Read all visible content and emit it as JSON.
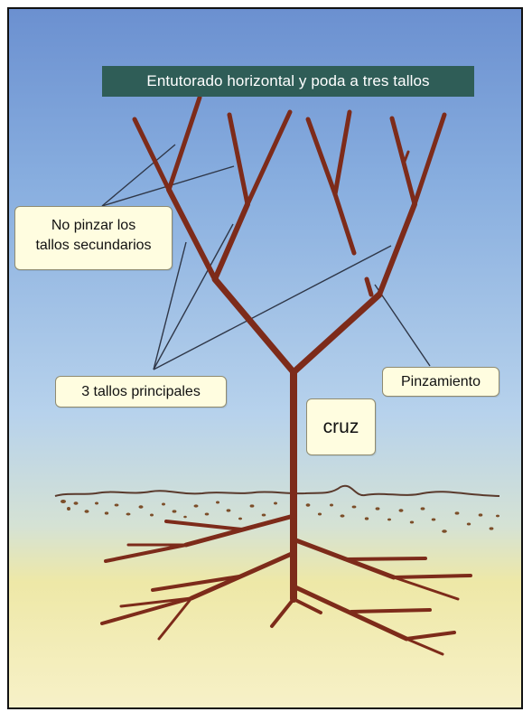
{
  "title": "Entutorado horizontal y poda a tres tallos",
  "labels": {
    "secondary_stems": {
      "line1": "No pinzar los",
      "line2": "tallos secundarios"
    },
    "main_stems": "3 tallos principales",
    "pinch": "Pinzamiento",
    "cross": "cruz"
  },
  "colors": {
    "sky_top": "#6b90d0",
    "sky_mid": "#a9c6e9",
    "soil": "#f1eba2",
    "stem": "#7d2b1a",
    "title_banner": "#2f5d57",
    "callout_fill": "#fffde0",
    "leader_line": "#2f3748",
    "soil_particles": "#7c4e29"
  }
}
